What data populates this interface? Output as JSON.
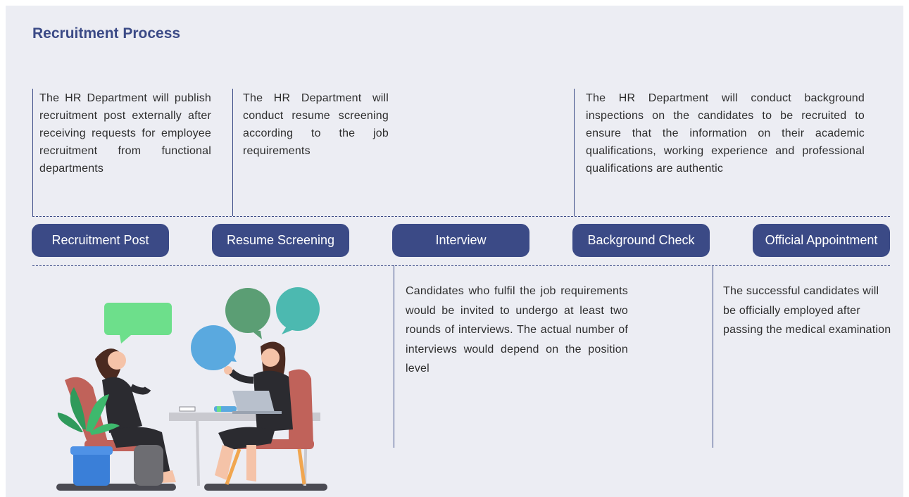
{
  "title": "Recruitment Process",
  "steps": [
    {
      "label": "Recruitment Post",
      "description": "The HR Department will publish recruitment post externally after receiving requests for employee recruitment from functional departments"
    },
    {
      "label": "Resume Screening",
      "description": "The HR Department will conduct resume screening according to the job requirements"
    },
    {
      "label": "Interview",
      "description": "Candidates who fulfil the job requirements would be invited to undergo at least two rounds of interviews. The actual number of interviews would depend on the position level"
    },
    {
      "label": "Background Check",
      "description": "The HR Department will conduct background inspections on the candidates to be recruited to ensure that the information on their academic qualifications, working experience and professional qualifications are authentic"
    },
    {
      "label": "Official Appointment",
      "description": "The successful candidates will be officially employed after passing the medical examination"
    }
  ],
  "colors": {
    "accent": "#3b4a86",
    "background": "#ecedf3"
  },
  "illustration": "interview-illustration"
}
